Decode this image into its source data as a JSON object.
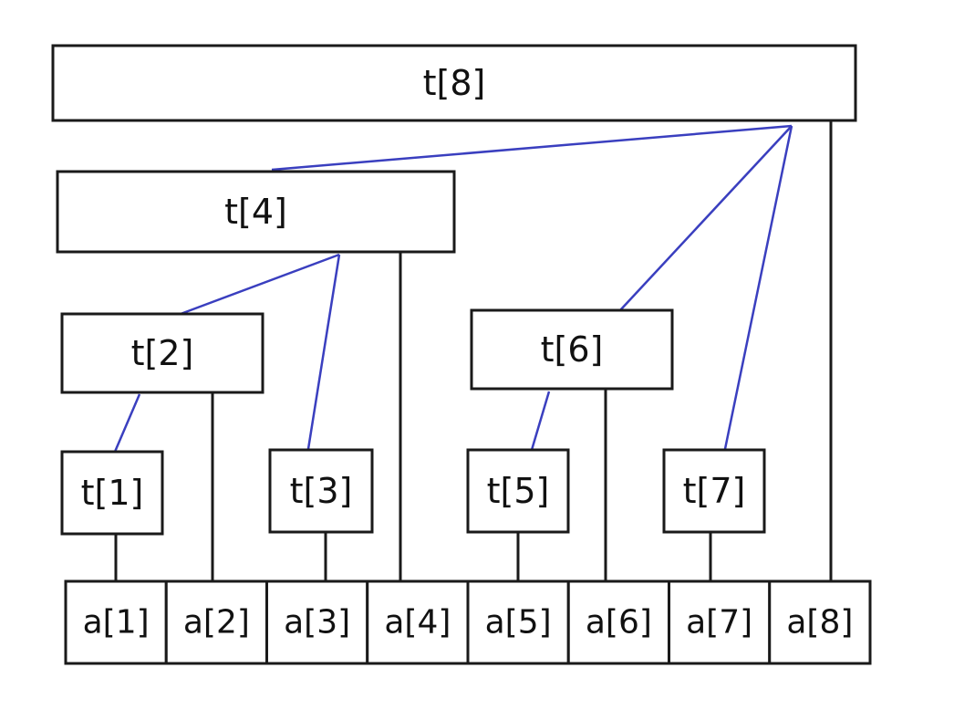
{
  "colors": {
    "tree_edge": "#3a3fbf",
    "box_stroke": "#1a1a1a",
    "text": "#111111",
    "background": "#ffffff"
  },
  "tree_nodes": [
    {
      "id": "t8",
      "label": "t[8]"
    },
    {
      "id": "t4",
      "label": "t[4]"
    },
    {
      "id": "t2",
      "label": "t[2]"
    },
    {
      "id": "t6",
      "label": "t[6]"
    },
    {
      "id": "t1",
      "label": "t[1]"
    },
    {
      "id": "t3",
      "label": "t[3]"
    },
    {
      "id": "t5",
      "label": "t[5]"
    },
    {
      "id": "t7",
      "label": "t[7]"
    }
  ],
  "array_cells": [
    {
      "id": "a1",
      "label": "a[1]"
    },
    {
      "id": "a2",
      "label": "a[2]"
    },
    {
      "id": "a3",
      "label": "a[3]"
    },
    {
      "id": "a4",
      "label": "a[4]"
    },
    {
      "id": "a5",
      "label": "a[5]"
    },
    {
      "id": "a6",
      "label": "a[6]"
    },
    {
      "id": "a7",
      "label": "a[7]"
    },
    {
      "id": "a8",
      "label": "a[8]"
    }
  ],
  "tree_edges": [
    {
      "from": "t8",
      "to": "t4"
    },
    {
      "from": "t8",
      "to": "t6"
    },
    {
      "from": "t8",
      "to": "t7"
    },
    {
      "from": "t4",
      "to": "t2"
    },
    {
      "from": "t4",
      "to": "t3"
    },
    {
      "from": "t2",
      "to": "t1"
    },
    {
      "from": "t6",
      "to": "t5"
    }
  ],
  "cell_links": [
    {
      "from": "t1",
      "to": "a1"
    },
    {
      "from": "t2",
      "to": "a2"
    },
    {
      "from": "t3",
      "to": "a3"
    },
    {
      "from": "t4",
      "to": "a4"
    },
    {
      "from": "t5",
      "to": "a5"
    },
    {
      "from": "t6",
      "to": "a6"
    },
    {
      "from": "t7",
      "to": "a7"
    },
    {
      "from": "t8",
      "to": "a8"
    }
  ]
}
